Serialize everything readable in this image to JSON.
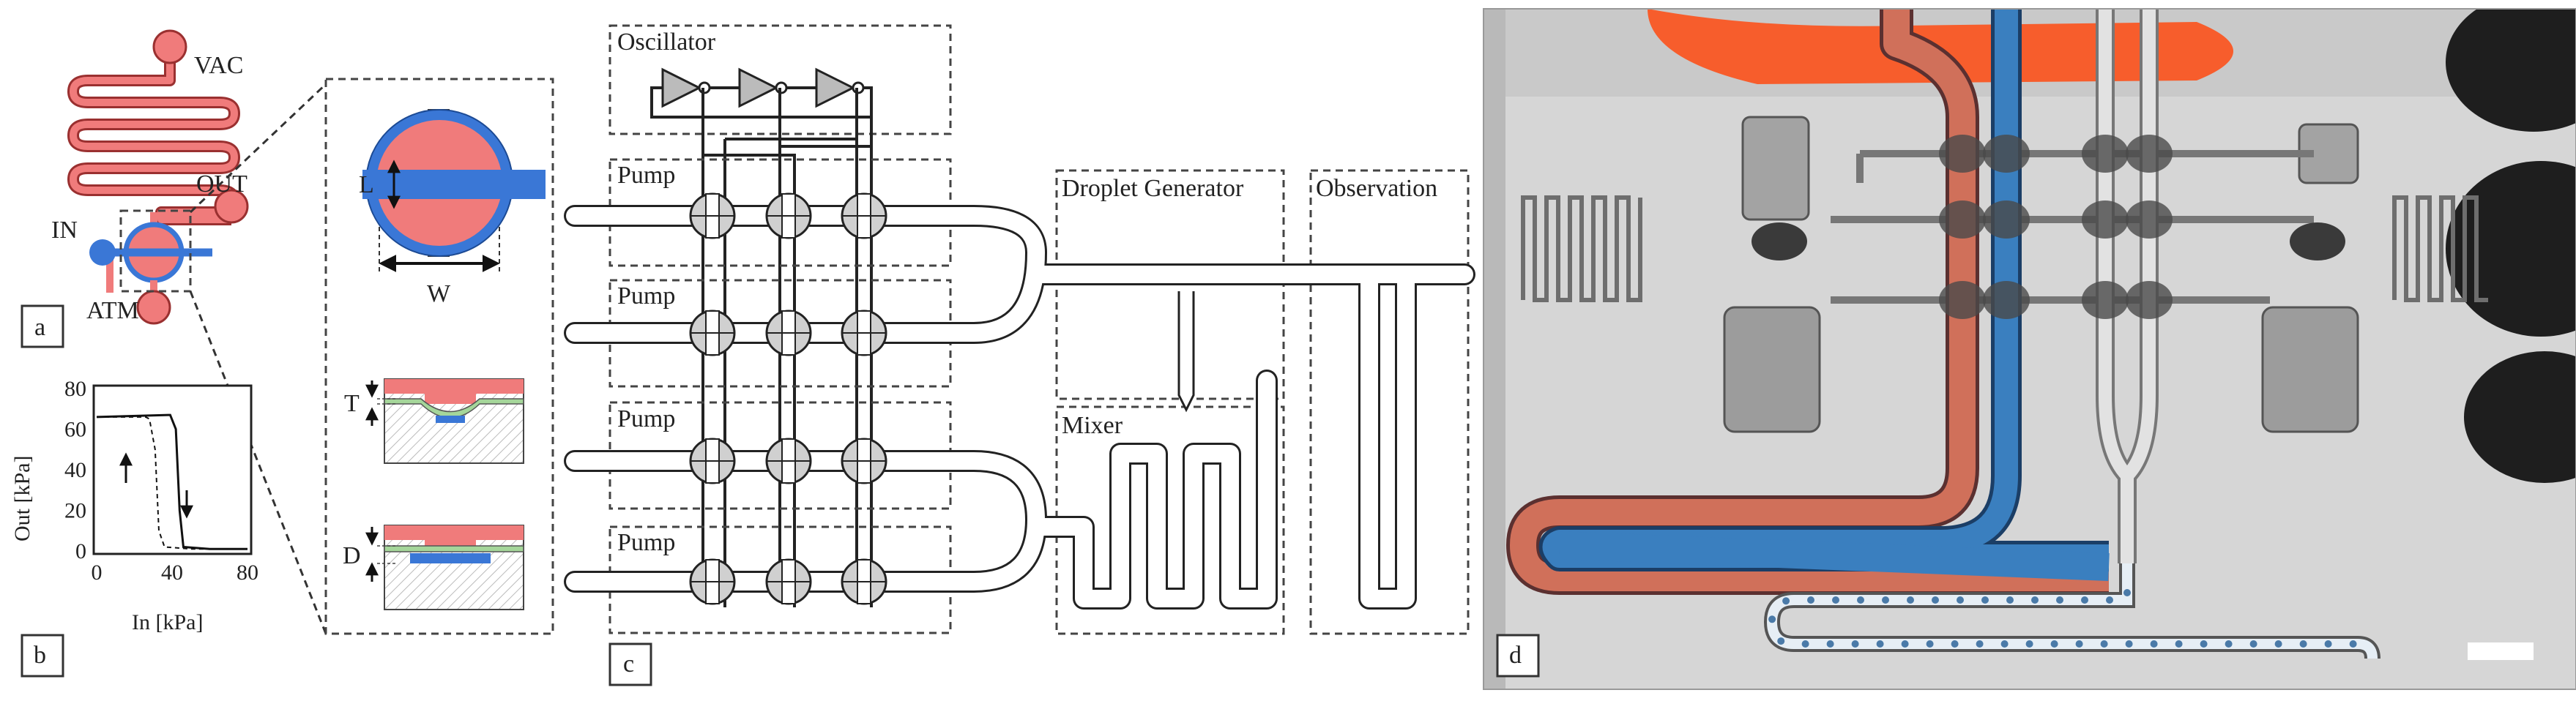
{
  "colors": {
    "control_red": "#f07b7b",
    "flow_blue": "#3a77d6",
    "membrane_green": "#a5d69a",
    "photo_bg": "#d9d9d9",
    "photo_dark": "#1e1e1e",
    "photo_orange": "#ff4a10"
  },
  "panel_a": {
    "letter": "a",
    "labels": {
      "vac": "VAC",
      "out": "OUT",
      "in": "IN",
      "atm": "ATM"
    }
  },
  "detail": {
    "dim_l": "L",
    "dim_w": "W",
    "dim_t": "T",
    "dim_d": "D"
  },
  "panel_b": {
    "letter": "b",
    "ylabel": "Out [kPa]",
    "xlabel": "In [kPa]",
    "yticks": [
      "80",
      "60",
      "40",
      "20",
      "0"
    ],
    "xticks": [
      "0",
      "40",
      "80"
    ]
  },
  "chart_data": {
    "type": "line",
    "xlabel": "In [kPa]",
    "ylabel": "Out [kPa]",
    "xlim": [
      0,
      80
    ],
    "ylim": [
      0,
      80
    ],
    "series": [
      {
        "style": "solid",
        "x": [
          0,
          38,
          39,
          42,
          44,
          46,
          60,
          80
        ],
        "y": [
          66,
          67,
          67,
          60,
          20,
          2,
          1,
          1
        ]
      },
      {
        "style": "dashed",
        "x": [
          0,
          26,
          28,
          31,
          33,
          36,
          50,
          80
        ],
        "y": [
          66,
          66,
          65,
          50,
          10,
          2,
          1,
          1
        ]
      }
    ]
  },
  "panel_c": {
    "letter": "c",
    "oscillator": "Oscillator",
    "pumps": [
      "Pump",
      "Pump",
      "Pump",
      "Pump"
    ],
    "droplet_generator": "Droplet Generator",
    "mixer": "Mixer",
    "observation": "Observation"
  },
  "panel_d": {
    "letter": "d",
    "scale_bar": "scale-bar"
  }
}
